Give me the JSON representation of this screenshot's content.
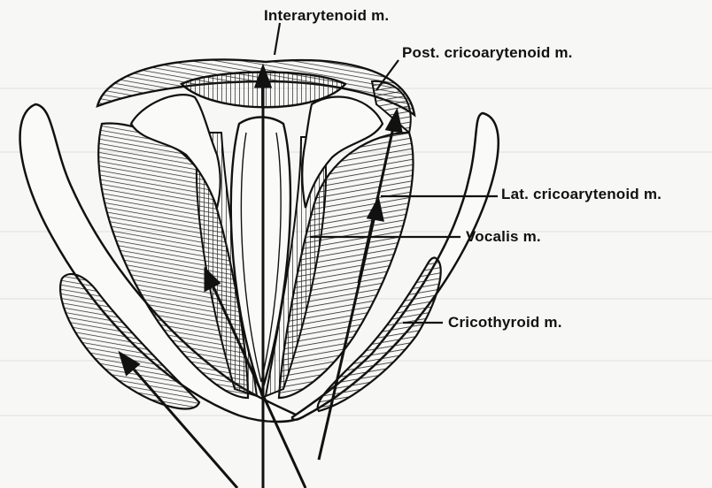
{
  "labels": {
    "interarytenoid": "Interarytenoid m.",
    "post_cricoarytenoid": "Post. cricoarytenoid m.",
    "lat_cricoarytenoid": "Lat. cricoarytenoid m.",
    "vocalis": "Vocalis m.",
    "cricothyroid": "Cricothyroid m."
  },
  "colors": {
    "ink": "#111111",
    "paper": "#f7f7f5",
    "shade": "#d9d9d6"
  }
}
